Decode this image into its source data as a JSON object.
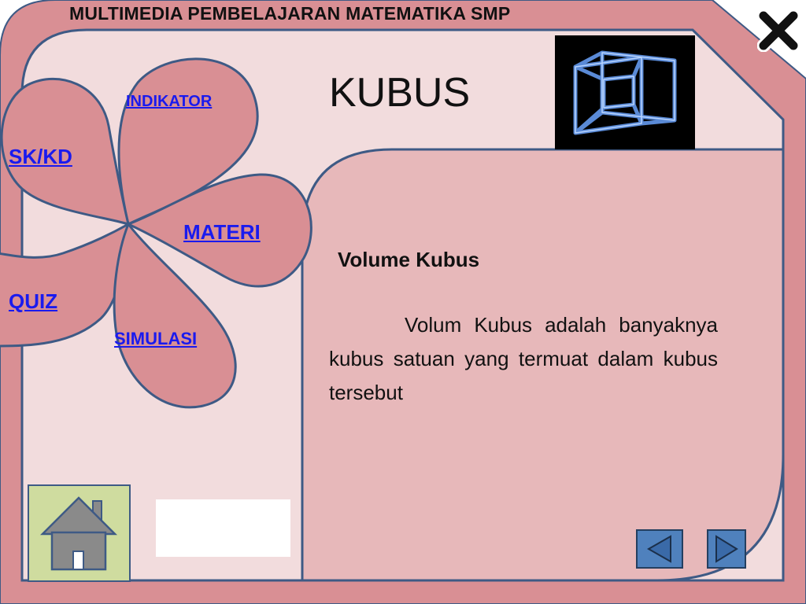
{
  "app_title": "MULTIMEDIA PEMBELAJARAN MATEMATIKA SMP",
  "page_title": "KUBUS",
  "nav": {
    "sk_kd": "SK/KD",
    "indikator": "INDIKATOR",
    "materi": "MATERI",
    "quiz": "QUIZ",
    "simulasi": "SIMULASI"
  },
  "content": {
    "heading": "Volume Kubus",
    "body": "Volum Kubus adalah banyaknya kubus satuan yang termuat dalam kubus tersebut"
  },
  "icons": {
    "close": "close-icon",
    "home": "home-icon",
    "previous": "arrow-left-icon",
    "next": "arrow-right-icon",
    "cube_image": "cube-image"
  },
  "colors": {
    "frame_pink": "#d98f94",
    "inner_panel": "#f2dcdd",
    "content_panel": "#e7b8ba",
    "outline": "#3e5a85",
    "link": "#1a1aee",
    "home_bg": "#cfdc9f",
    "arrow_button": "#4f81bd"
  }
}
